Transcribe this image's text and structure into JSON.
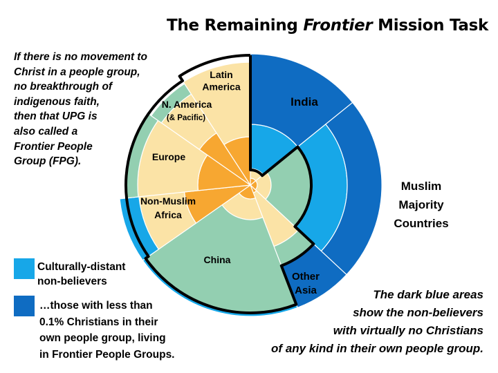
{
  "title": {
    "prefix": "The Remaining ",
    "emphasis": "Frontier",
    "suffix": " Mission Task"
  },
  "intro_text": "If there is no movement to\nChrist in a people group,\nno breakthrough of\nindigenous faith,\nthen that UPG is\nalso called a\nFrontier People\nGroup (FPG).",
  "outro_text": "The dark blue areas\nshow the non-believers\nwith virtually no Christians\nof any kind in their own people group.",
  "legend": [
    {
      "color": "#17a7e8",
      "text": "Culturally-distant\nnon-believers"
    },
    {
      "color": "#0f6cc2",
      "text": "…those with less than\n0.1% Christians in their\nown people group, living\nin Frontier People Groups."
    }
  ],
  "regions": {
    "latin_america": [
      "Latin",
      "America"
    ],
    "north_america": [
      "N. America",
      "(& Pacific)"
    ],
    "europe": [
      "Europe"
    ],
    "non_muslim_africa": [
      "Non-Muslim",
      "Africa"
    ],
    "china": [
      "China"
    ],
    "india": [
      "India"
    ],
    "muslim_majority": [
      "Muslim",
      "Majority",
      "Countries"
    ],
    "other_asia": [
      "Other",
      "Asia"
    ]
  },
  "colors": {
    "christian_core": "#f7a731",
    "near_christian": "#fbe3a6",
    "green_band": "#93cfb1",
    "culturally_distant": "#17a7e8",
    "frontier": "#0f6cc2"
  }
}
